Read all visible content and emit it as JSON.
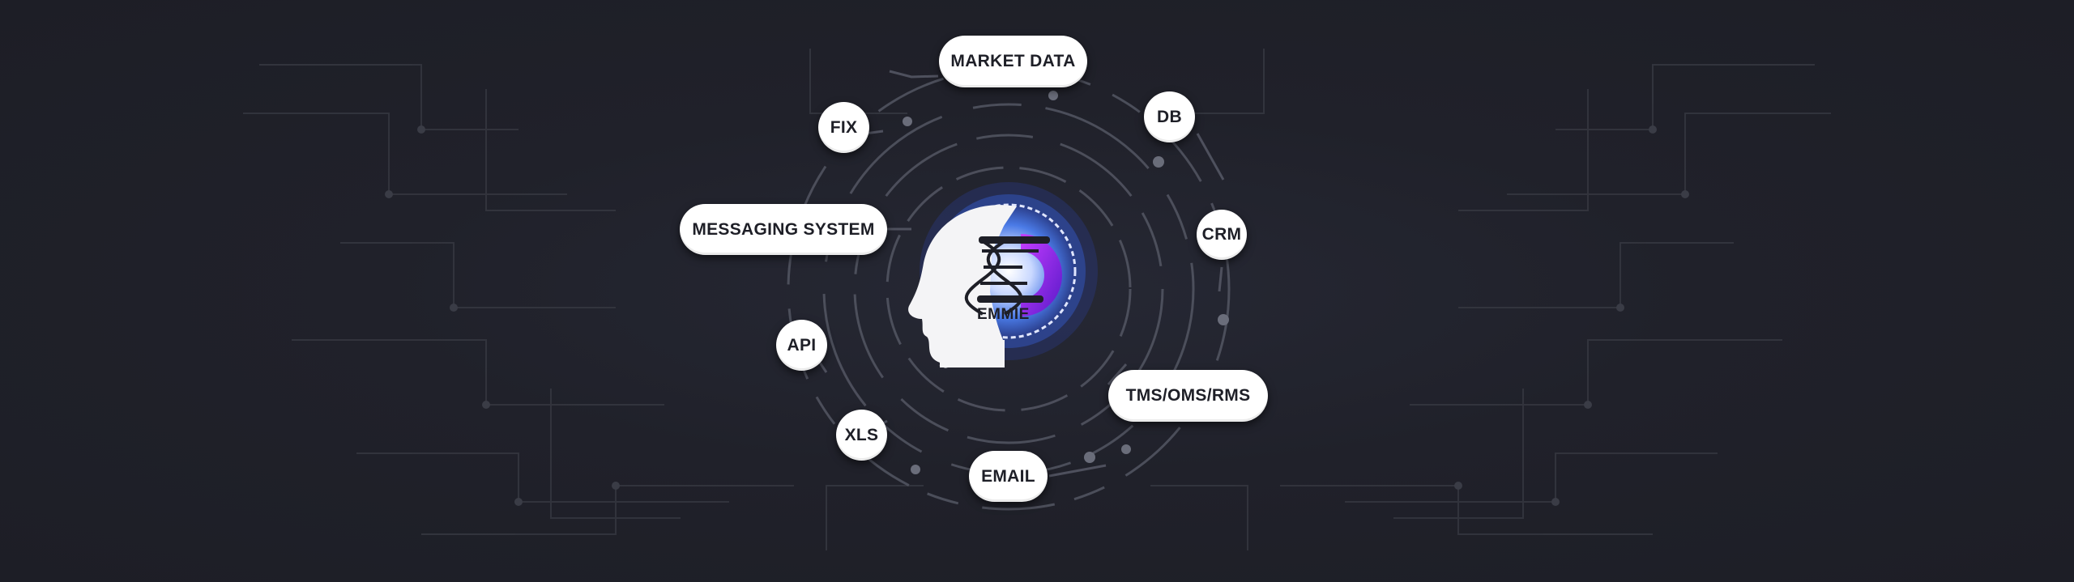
{
  "diagram": {
    "center_label": "EMMIE",
    "nodes": [
      {
        "id": "market-data",
        "label": "MARKET DATA"
      },
      {
        "id": "fix",
        "label": "FIX"
      },
      {
        "id": "db",
        "label": "DB"
      },
      {
        "id": "messaging-system",
        "label": "MESSAGING SYSTEM"
      },
      {
        "id": "crm",
        "label": "CRM"
      },
      {
        "id": "api",
        "label": "API"
      },
      {
        "id": "tms-oms-rms",
        "label": "TMS/OMS/RMS"
      },
      {
        "id": "xls",
        "label": "XLS"
      },
      {
        "id": "email",
        "label": "EMAIL"
      }
    ]
  },
  "colors": {
    "background": "#1f2029",
    "pill_background": "#ffffff",
    "pill_text": "#1e1f27",
    "accent_blue": "#3b6fe0",
    "accent_purple": "#8a2be2"
  }
}
